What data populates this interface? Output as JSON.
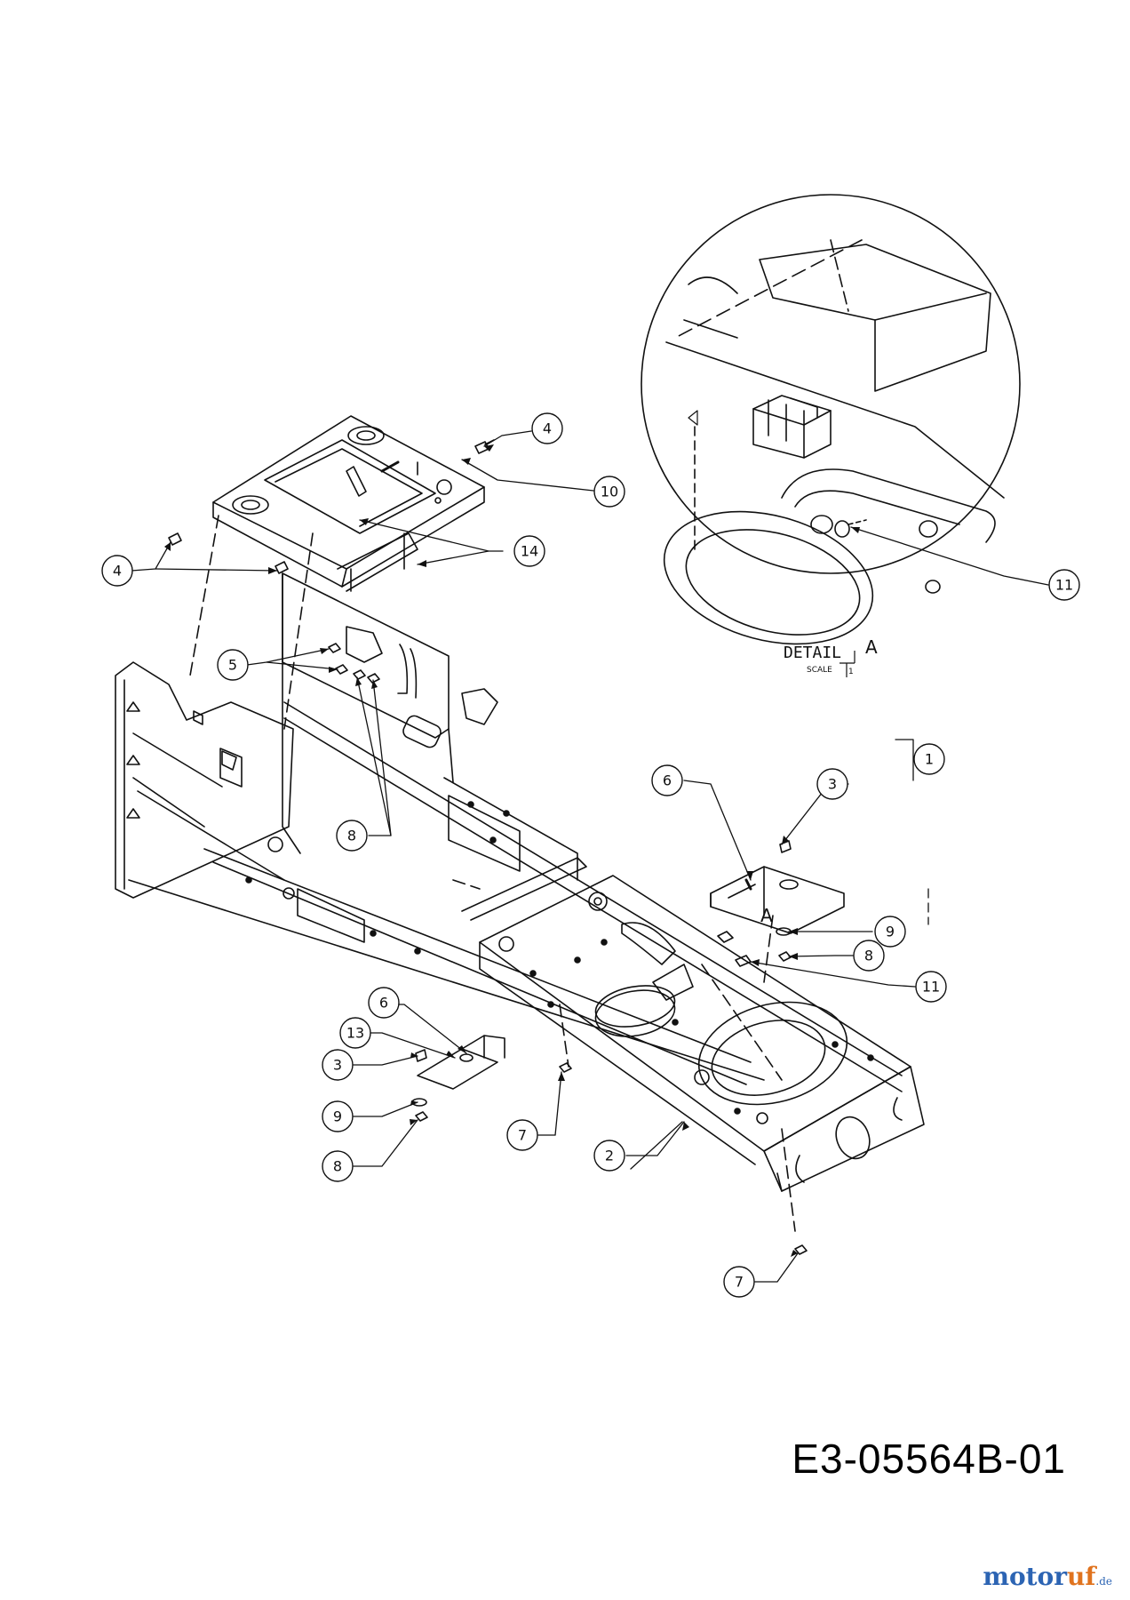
{
  "part_code": "E3-05564B-01",
  "watermark": {
    "brand_main": "motor",
    "brand_accent": "uf",
    "brand_tld": ".de"
  },
  "detail": {
    "title": "DETAIL",
    "letter": "A",
    "scale_label": "SCALE",
    "scale_value": "1",
    "frame_marker": "A"
  },
  "callouts": [
    "4",
    "10",
    "14",
    "4",
    "5",
    "8",
    "11",
    "1",
    "3",
    "6",
    "9",
    "8",
    "11",
    "6",
    "13",
    "3",
    "9",
    "8",
    "7",
    "2",
    "7"
  ],
  "colors": {
    "line": "#111111",
    "brand_blue": "#2c64b3",
    "brand_orange": "#e0731e"
  }
}
